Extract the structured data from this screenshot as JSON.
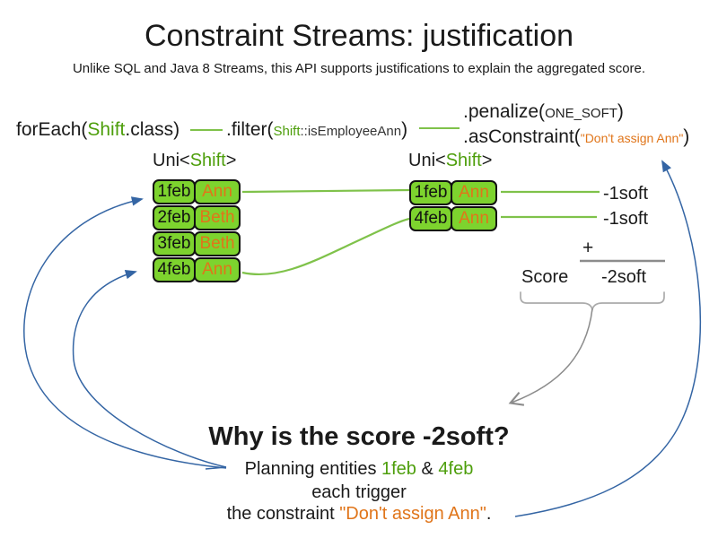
{
  "slide": {
    "title": "Constraint Streams: justification",
    "subtitle": "Unlike SQL and Java 8 Streams, this API supports justifications to explain the aggregated score."
  },
  "code": {
    "foreach": {
      "pre": "forEach(",
      "cls": "Shift",
      "post": ".class)"
    },
    "filter": {
      "pre": ".filter(",
      "cls": "Shift",
      "method": "::isEmployeeAnn",
      "post": ")"
    },
    "penalize": {
      "pre": ".penalize(",
      "arg": "ONE_SOFT",
      "post": ")"
    },
    "as_constraint": {
      "pre": ".asConstraint(",
      "arg": "\"Don't assign Ann\"",
      "post": ")"
    }
  },
  "uni_left": {
    "pre": "Uni<",
    "cls": "Shift",
    "post": ">"
  },
  "uni_right": {
    "pre": "Uni<",
    "cls": "Shift",
    "post": ">"
  },
  "left_table": {
    "rows": [
      {
        "date": "1feb",
        "employee": "Ann"
      },
      {
        "date": "2feb",
        "employee": "Beth"
      },
      {
        "date": "3feb",
        "employee": "Beth"
      },
      {
        "date": "4feb",
        "employee": "Ann"
      }
    ]
  },
  "right_table": {
    "rows": [
      {
        "date": "1feb",
        "employee": "Ann"
      },
      {
        "date": "4feb",
        "employee": "Ann"
      }
    ]
  },
  "score_panel": {
    "match_scores": [
      "-1soft",
      "-1soft"
    ],
    "plus": "+",
    "score_label": "Score",
    "total": "-2soft"
  },
  "why": {
    "heading": "Why is the score -2soft?",
    "line1": {
      "pre": "Planning entities ",
      "entity1": "1feb",
      "amp": " & ",
      "entity2": "4feb"
    },
    "line2": "each trigger",
    "line3": {
      "pre": "the constraint ",
      "constraint": "\"Don't assign Ann\"",
      "post": "."
    }
  },
  "colors": {
    "green_text": "#4d9e0b",
    "green_line": "#7fc24a",
    "green_fill": "#7dd32e",
    "orange": "#e0751a",
    "blue": "#3465a4",
    "gray": "#8c8c8c",
    "gray_light": "#ababab",
    "cell_border": "#111111"
  }
}
